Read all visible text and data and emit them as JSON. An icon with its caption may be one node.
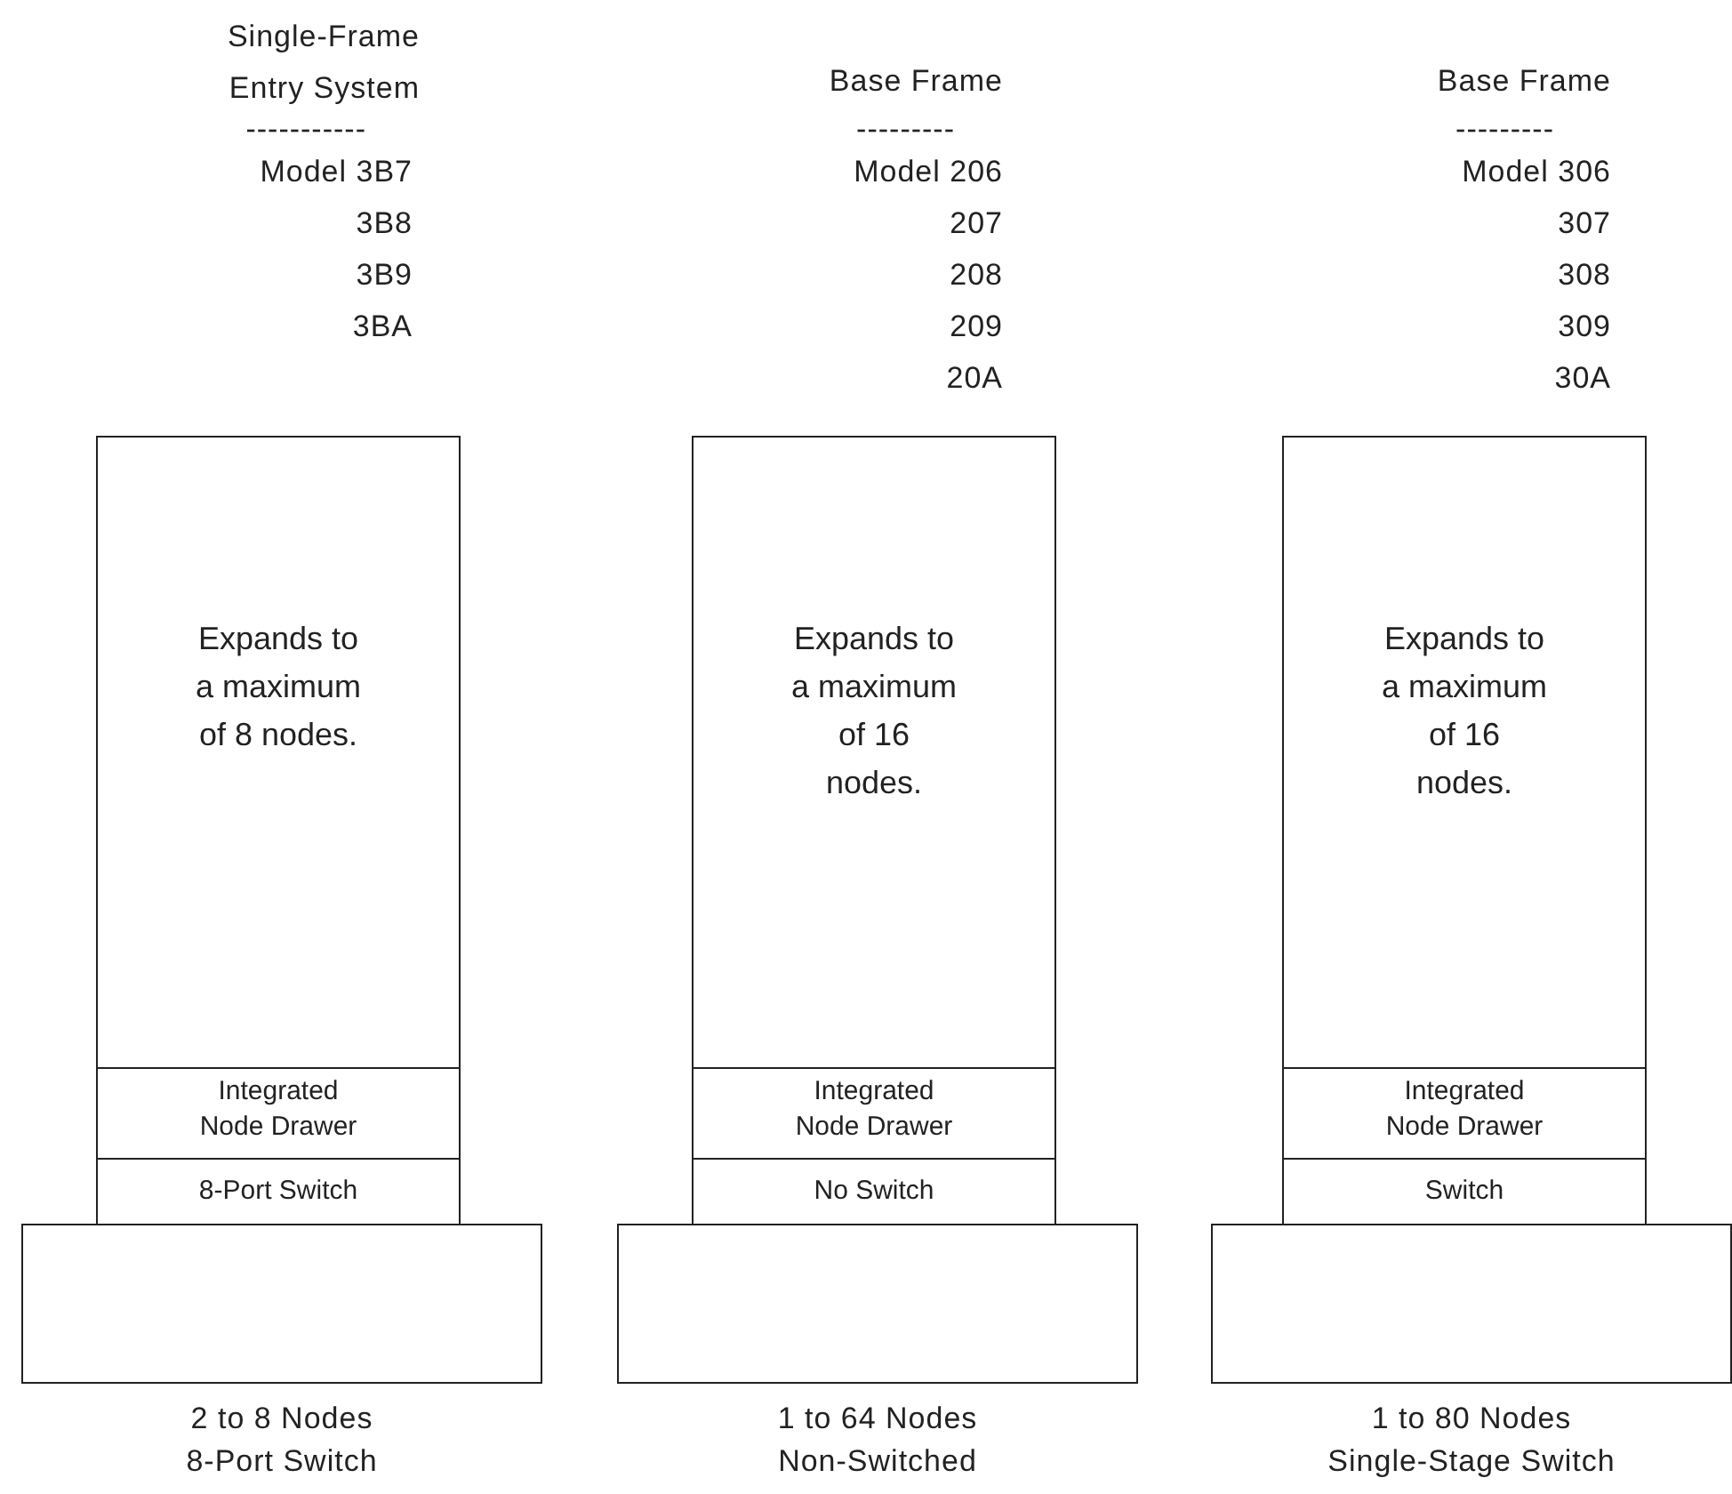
{
  "diagram": {
    "nodes": [
      {
        "text": [
          "Expands to a maximum of 8 nodes."
        ]
      },
      {
        "text": [
          "Integrated Node Drawer"
        ]
      },
      {
        "text": [
          "8-Port Switch"
        ]
      },
      {
        "text": [],
        "shape": "box",
        "beside": [
          "2 to 8 Nodes",
          "8-Port Switch"
        ]
      },
      {
        "text": [
          "Expands to a maximum of 16 nodes."
        ]
      },
      {
        "text": [
          "Integrated Node Drawer"
        ]
      },
      {
        "text": [
          "No Switch"
        ]
      },
      {
        "text": [],
        "shape": "box",
        "beside": [
          "1 to 64 Nodes",
          "Non-Switched"
        ]
      },
      {
        "text": [
          "Expands to a maximum of 16 nodes."
        ]
      },
      {
        "text": [
          "Integrated Node Drawer"
        ]
      },
      {
        "text": [
          "Switch"
        ]
      },
      {
        "text": [],
        "shape": "box",
        "beside": [
          "1 to 80 Nodes",
          "Single-Stage Switch"
        ]
      }
    ],
    "labels": [
      "Single-Frame Entry System",
      "-----------",
      "Model 3B7",
      "3B8",
      "3B9",
      "3BA",
      "Base Frame",
      "---------",
      "Model 206",
      "207",
      "208",
      "209",
      "20A",
      "Base Frame",
      "---------",
      "Model 306",
      "307",
      "308",
      "309",
      "30A"
    ]
  }
}
